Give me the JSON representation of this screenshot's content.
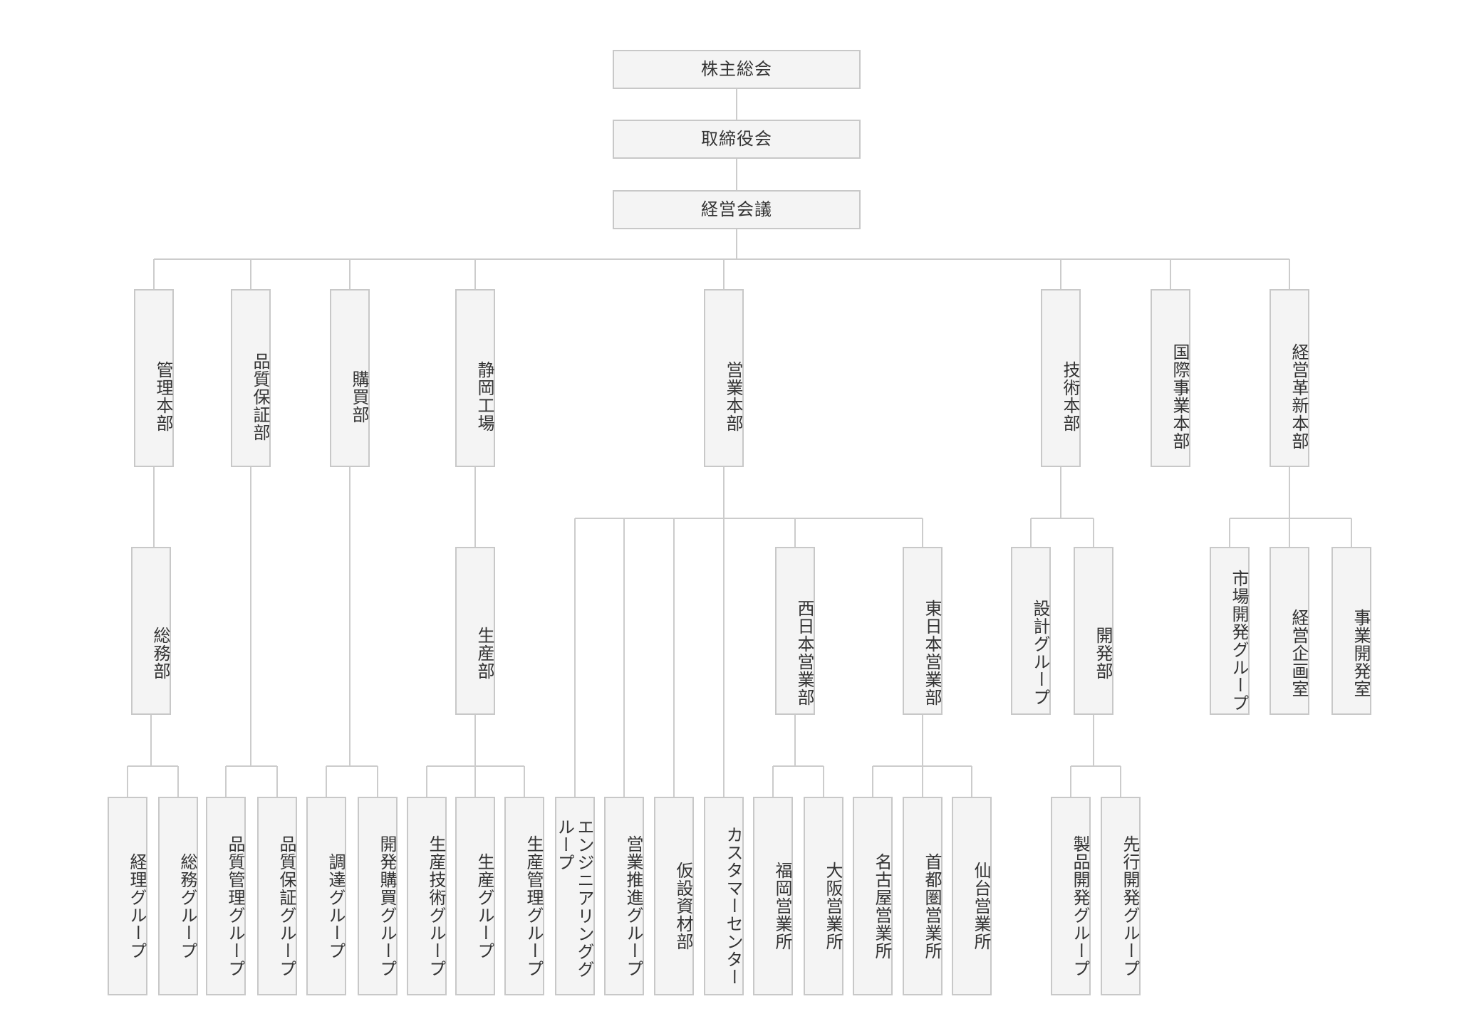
{
  "org_chart": {
    "root": "株主総会",
    "board": "取締役会",
    "council": "経営会議",
    "divisions": [
      {
        "name": "管理本部",
        "children": [
          {
            "name": "総務部",
            "children": [
              "経理グループ",
              "総務グループ"
            ]
          }
        ]
      },
      {
        "name": "品質保証部",
        "children": [
          "品質管理グループ",
          "品質保証グループ"
        ]
      },
      {
        "name": "購買部",
        "children": [
          "調達グループ",
          "開発購買グループ"
        ]
      },
      {
        "name": "静岡工場",
        "children": [
          {
            "name": "生産部",
            "children": [
              "生産技術グループ",
              "生産グループ",
              "生産管理グループ"
            ]
          }
        ]
      },
      {
        "name": "営業本部",
        "children": [
          "エンジニアリンググループ",
          "営業推進グループ",
          "仮設資材部",
          "カスタマーセンター",
          {
            "name": "西日本営業部",
            "children": [
              "福岡営業所",
              "大阪営業所"
            ]
          },
          {
            "name": "東日本営業部",
            "children": [
              "名古屋営業所",
              "首都圏営業所",
              "仙台営業所"
            ]
          }
        ]
      },
      {
        "name": "技術本部",
        "children": [
          "設計グループ",
          {
            "name": "開発部",
            "children": [
              "製品開発グループ",
              "先行開発グループ"
            ]
          }
        ]
      },
      {
        "name": "国際事業本部",
        "children": []
      },
      {
        "name": "経営革新本部",
        "children": [
          "市場開発グループ",
          "経営企画室",
          "事業開発室"
        ]
      }
    ]
  },
  "colors": {
    "box_fill": "#f4f4f4",
    "box_border": "#c8c8c8",
    "line": "#cccccc",
    "text": "#333333"
  }
}
